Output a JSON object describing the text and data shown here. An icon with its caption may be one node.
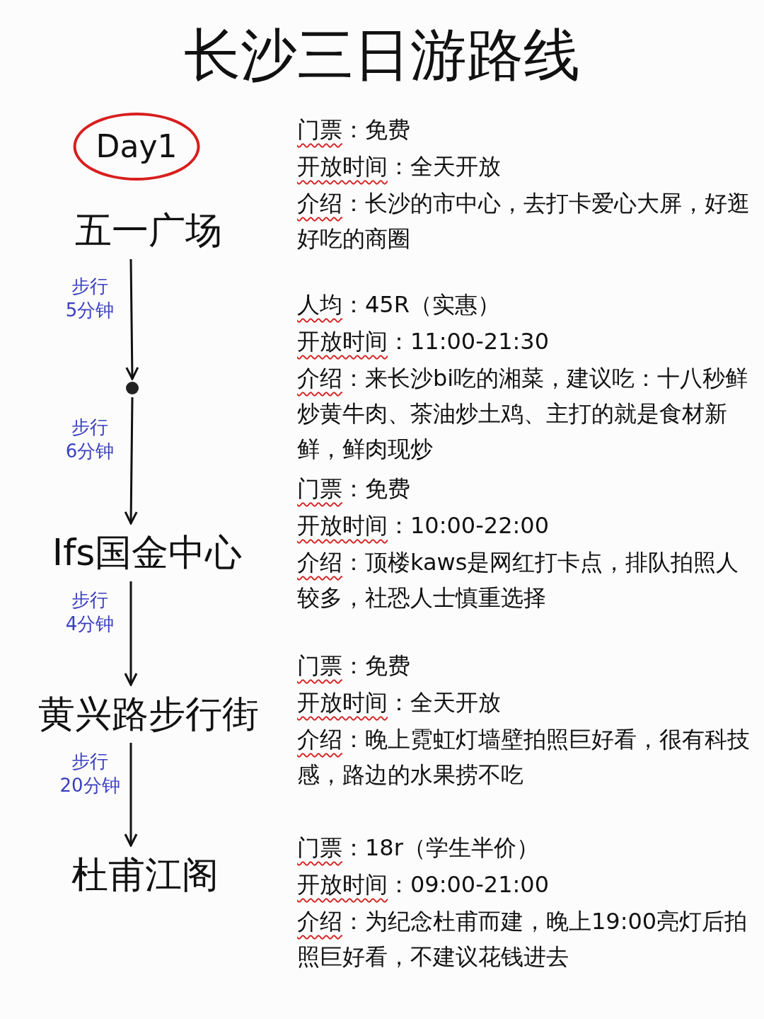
{
  "diagram": {
    "title": "长沙三日游路线",
    "nodes": [
      {
        "text": [
          "Day1"
        ]
      },
      {
        "text": [
          "五一广场"
        ]
      },
      {
        "text": [],
        "shape": "circle"
      },
      {
        "text": [
          "Ifs国金中心"
        ]
      },
      {
        "text": [
          "黄兴路步行街"
        ]
      },
      {
        "text": [
          "杜甫江阁"
        ]
      }
    ],
    "edges": [
      {
        "from": 1,
        "to": 2,
        "arrow": "to",
        "label": "步行 5分钟"
      },
      {
        "from": 2,
        "to": 3,
        "arrow": "to",
        "label": "步行 6分钟"
      },
      {
        "from": 3,
        "to": 4,
        "arrow": "to",
        "label": "步行 4分钟"
      },
      {
        "from": 4,
        "to": 5,
        "arrow": "to",
        "label": "步行 20分钟"
      }
    ],
    "labels": [
      "门票：免费",
      "开放时间：全天开放",
      "介绍：长沙的市中心，去打卡爱心大屏，好逛好吃的商圈",
      "人均：45R（实惠）",
      "开放时间：11:00-21:30",
      "介绍：来长沙bi吃的湘菜，建议吃：十八秒鲜炒黄牛肉、茶油炒土鸡、主打的就是食材新鲜，鲜肉现炒",
      "门票：免费",
      "开放时间：10:00-22:00",
      "介绍：顶楼kaws是网红打卡点，排队拍照人较多，社恐人士慎重选择",
      "门票：免费",
      "开放时间：全天开放",
      "介绍：晚上霓虹灯墙壁拍照巨好看，很有科技感，路边的水果捞不吃",
      "门票：18r（学生半价）",
      "开放时间：09:00-21:00",
      "介绍：为纪念杜甫而建，晚上19:00亮灯后拍照巨好看，不建议花钱进去"
    ]
  }
}
